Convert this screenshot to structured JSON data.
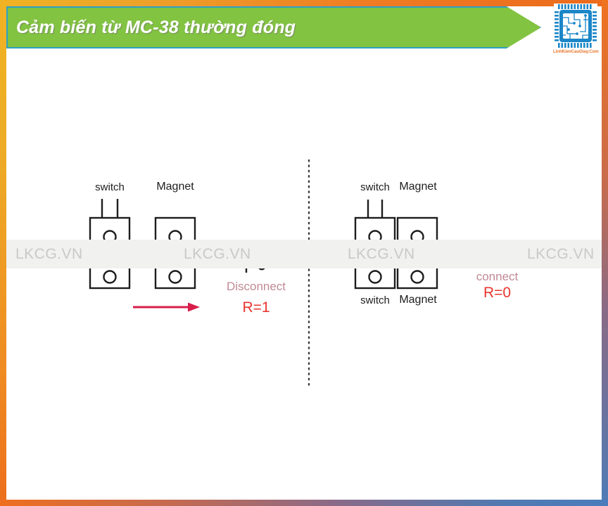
{
  "header": {
    "title": "Cảm biến từ MC-38 thường đóng",
    "banner_color": "#82c341",
    "banner_border_color": "#2f9fc4",
    "title_color": "#ffffff"
  },
  "logo": {
    "name": "microchip-logo",
    "caption": "LinhKienCauGiay.Com",
    "chip_color": "#1b86c8",
    "caption_color": "#e8762c"
  },
  "watermark": {
    "text": "LKCG.VN",
    "repeat": 4,
    "band_color": "#f1f1f0",
    "text_color": "#c9c9c7",
    "items": [
      "LKCG.VN",
      "LKCG.VN",
      "LKCG.VN",
      "LKCG.VN"
    ]
  },
  "diagram": {
    "divider": "dotted-vertical-divider",
    "left_panel": {
      "name": "magnet-away-open-state",
      "switch_label_top": "switch",
      "magnet_label_top": "Magnet",
      "arrow": "red-right-arrow",
      "arrow_color": "#d81e4a",
      "state_label": "Disconnect",
      "state_label_color": "#c08a96",
      "resistance_label": "R=1",
      "resistance_color": "#e8352e",
      "switch_symbol": "open-switch-symbol"
    },
    "right_panel": {
      "name": "magnet-near-closed-state",
      "switch_label_top": "switch",
      "magnet_label_top": "Magnet",
      "switch_label_bottom": "switch",
      "magnet_label_bottom": "Magnet",
      "state_label": "connect",
      "state_label_color": "#c08a96",
      "resistance_label": "R=0",
      "resistance_color": "#e8352e",
      "switch_symbol": "closed-switch-symbol"
    }
  },
  "frame": {
    "top_gradient_start": "#f0b323",
    "top_gradient_end": "#ec6a1c",
    "bottom_gradient_start": "#ef6f1e",
    "bottom_gradient_end": "#4a7cbc"
  }
}
